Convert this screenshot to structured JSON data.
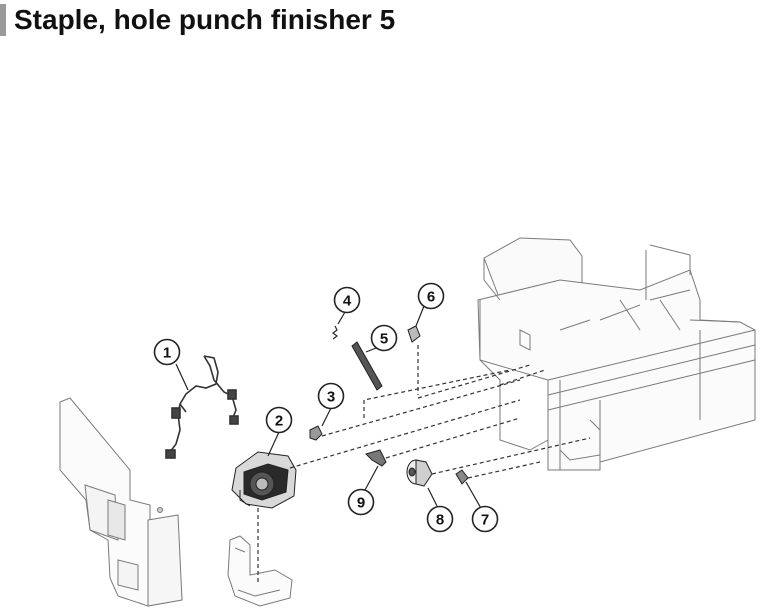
{
  "page": {
    "title": "Staple, hole punch finisher 5"
  },
  "callouts": [
    {
      "id": "1",
      "label": "1"
    },
    {
      "id": "2",
      "label": "2"
    },
    {
      "id": "3",
      "label": "3"
    },
    {
      "id": "4",
      "label": "4"
    },
    {
      "id": "5",
      "label": "5"
    },
    {
      "id": "6",
      "label": "6"
    },
    {
      "id": "7",
      "label": "7"
    },
    {
      "id": "8",
      "label": "8"
    },
    {
      "id": "9",
      "label": "9"
    }
  ],
  "colors": {
    "accent_bar": "#9a9a9a",
    "line_art": "#555555",
    "callout": "#111111"
  }
}
